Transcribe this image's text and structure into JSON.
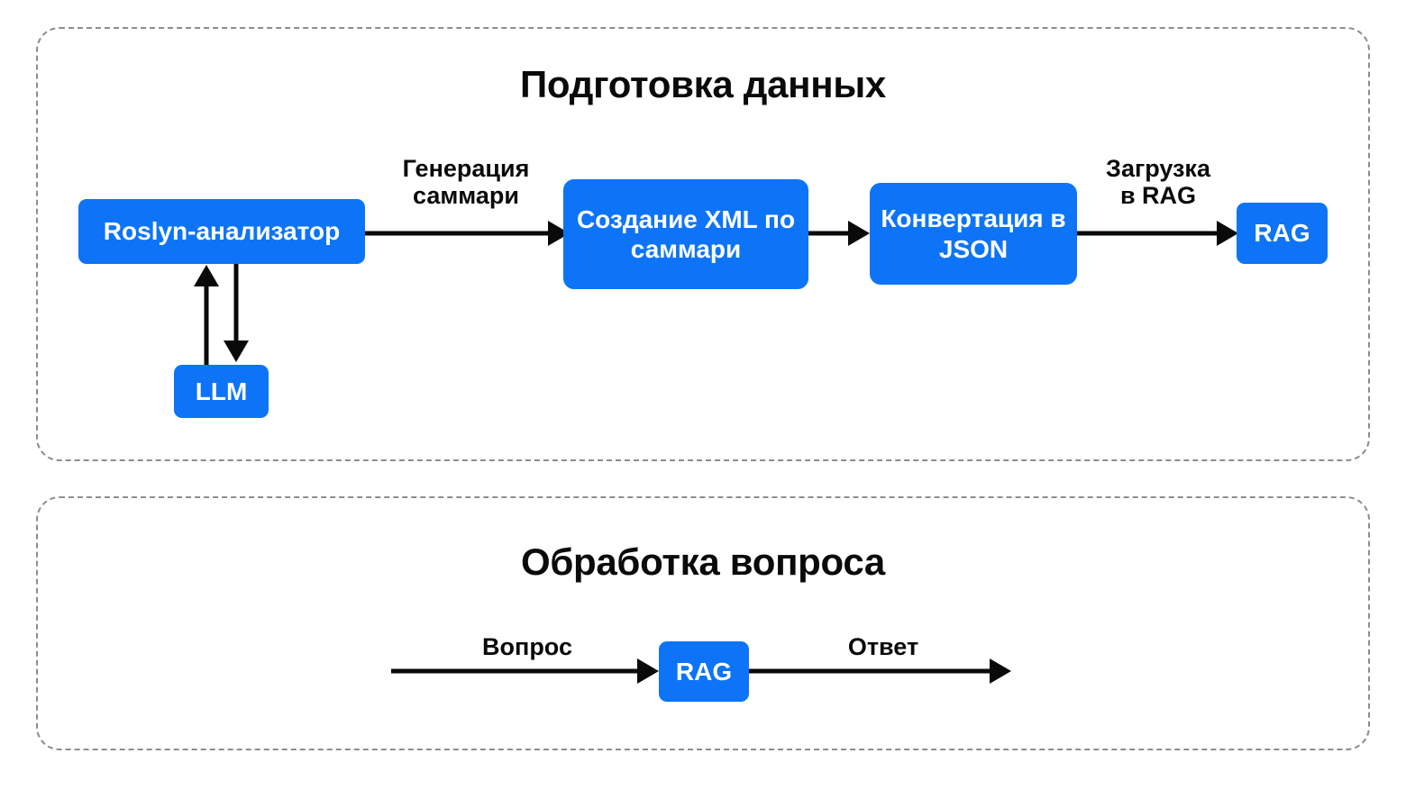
{
  "diagram": {
    "accent_color": "#0d74f7",
    "ink_color": "#0a0a0a",
    "panel_border_color": "#8b8d91",
    "panels": [
      {
        "id": "data-preparation",
        "title": "Подготовка данных",
        "nodes": [
          {
            "id": "roslyn",
            "label": "Roslyn-анализатор"
          },
          {
            "id": "llm",
            "label": "LLM"
          },
          {
            "id": "xml",
            "label": "Создание XML\nпо саммари"
          },
          {
            "id": "json",
            "label": "Конвертация\nв JSON"
          },
          {
            "id": "rag",
            "label": "RAG"
          }
        ],
        "edge_labels": [
          {
            "id": "generation",
            "text": "Генерация\nсаммари"
          },
          {
            "id": "load-to-rag",
            "text": "Загрузка\nв RAG"
          }
        ]
      },
      {
        "id": "question-processing",
        "title": "Обработка вопроса",
        "nodes": [
          {
            "id": "rag",
            "label": "RAG"
          }
        ],
        "edge_labels": [
          {
            "id": "question",
            "text": "Вопрос"
          },
          {
            "id": "answer",
            "text": "Ответ"
          }
        ]
      }
    ]
  }
}
